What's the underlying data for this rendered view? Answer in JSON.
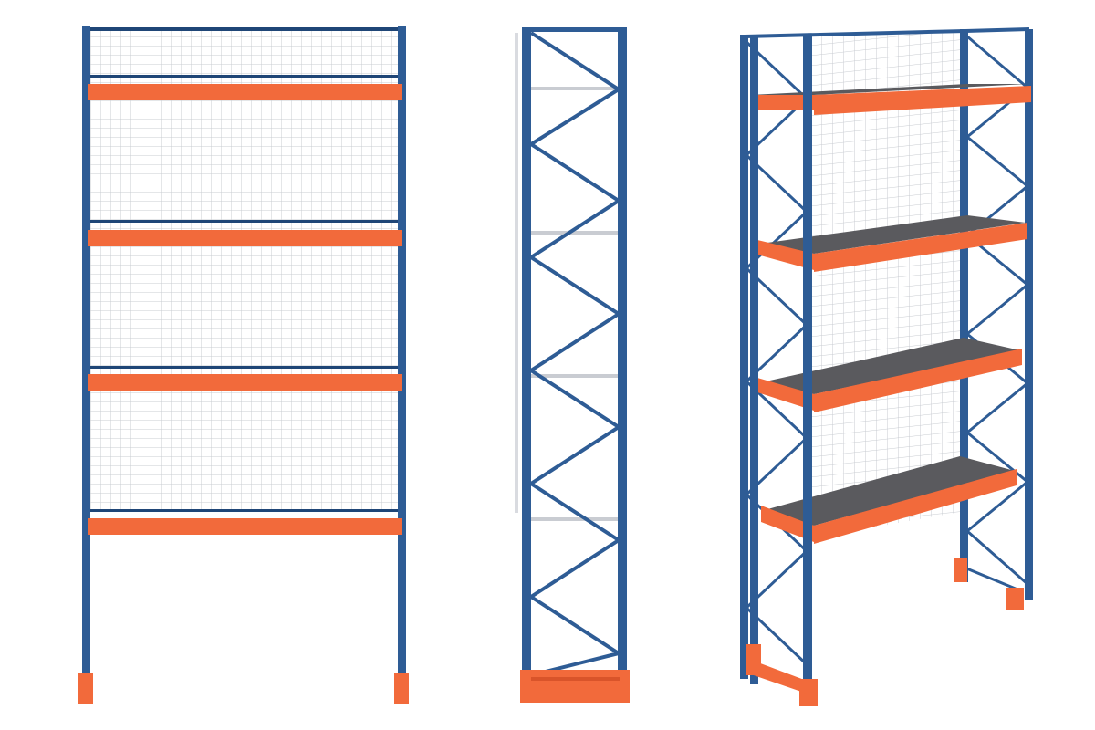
{
  "image": {
    "subject": "pallet-racking-views",
    "views": [
      {
        "id": "front",
        "upright_pair": true
      },
      {
        "id": "side",
        "upright_pair": true
      },
      {
        "id": "perspective",
        "upright_pair": true
      }
    ]
  },
  "colors": {
    "upright": "#2E5C95",
    "upright_dark": "#1F4677",
    "beam": "#F26A3B",
    "beam_dark": "#D9542A",
    "mesh": "#C9CCD2",
    "deck": "#5A5A5E",
    "deck_edge": "#3C3C40",
    "background": "#FFFFFF"
  }
}
